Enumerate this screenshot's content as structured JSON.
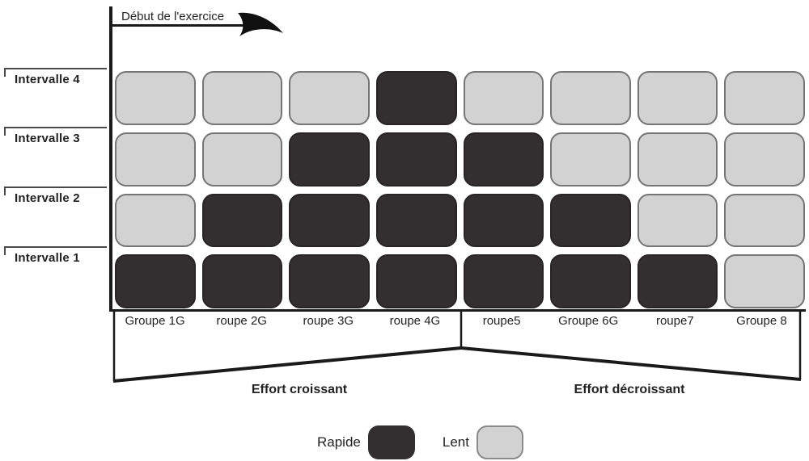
{
  "header": {
    "start_label": "Début de l'exercice"
  },
  "grid": {
    "rows": [
      {
        "label": "Intervalle 4",
        "cells": [
          "lent",
          "lent",
          "lent",
          "rapide",
          "lent",
          "lent",
          "lent",
          "lent"
        ]
      },
      {
        "label": "Intervalle 3",
        "cells": [
          "lent",
          "lent",
          "rapide",
          "rapide",
          "rapide",
          "lent",
          "lent",
          "lent"
        ]
      },
      {
        "label": "Intervalle 2",
        "cells": [
          "lent",
          "rapide",
          "rapide",
          "rapide",
          "rapide",
          "rapide",
          "lent",
          "lent"
        ]
      },
      {
        "label": "Intervalle 1",
        "cells": [
          "rapide",
          "rapide",
          "rapide",
          "rapide",
          "rapide",
          "rapide",
          "rapide",
          "lent"
        ]
      }
    ],
    "columns": [
      "Groupe 1G",
      "roupe 2G",
      "roupe 3G",
      "roupe 4G",
      "roupe5",
      "Groupe 6G",
      "roupe7",
      "Groupe 8"
    ]
  },
  "phases": [
    {
      "label": "Effort croissant"
    },
    {
      "label": "Effort décroissant"
    }
  ],
  "legend": {
    "items": [
      {
        "label": "Rapide",
        "state": "rapide"
      },
      {
        "label": "Lent",
        "state": "lent"
      }
    ]
  },
  "colors": {
    "rapide": "#332e2f",
    "lent": "#d2d2d2",
    "lent_border": "#757575",
    "line": "#1a1a1a"
  }
}
